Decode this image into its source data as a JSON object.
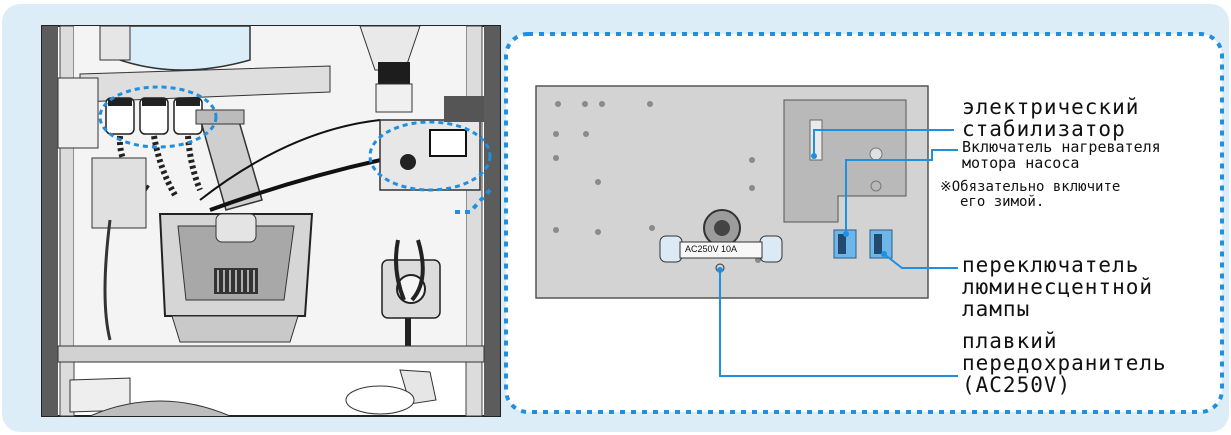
{
  "labels": {
    "stabilizer": [
      "электрический",
      "стабилизатор"
    ],
    "heater_switch": [
      "Включатель нагревателя",
      "мотора насоса"
    ],
    "winter_note": [
      "※Обязательно включите",
      "его зимой."
    ],
    "lamp_switch": [
      "переключатель",
      "люминесцентной",
      "лампы"
    ],
    "fuse": [
      "плавкий",
      "передохранитель",
      "(AC250V)"
    ]
  },
  "fuse_marking": "AC250V 10A",
  "colors": {
    "frame_bg": "#dcedf8",
    "callout": "#1f8fe0",
    "leader": "#1f8fe0",
    "panel": "#d3d3d3"
  }
}
